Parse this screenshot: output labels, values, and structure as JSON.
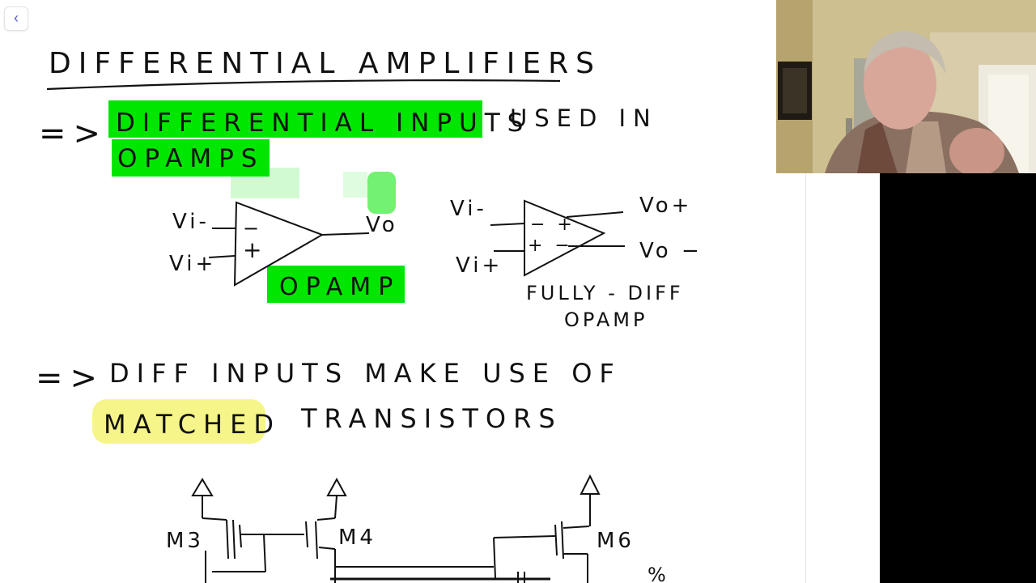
{
  "nav": {
    "back_icon": "chevron-left-icon",
    "back_glyph": "‹"
  },
  "notes": {
    "title": "DIFFERENTIAL AMPLIFIERS",
    "arrow_1": "=>",
    "line_1_highlight": "DIFFERENTIAL INPUTS",
    "line_1_rest": "USED IN",
    "line_2_highlight": "OPAMPS",
    "opamp": {
      "in_minus": "Vi-",
      "in_plus": "Vi+",
      "minus_sign": "−",
      "plus_sign": "+",
      "out": "Vo",
      "label": "OPAMP"
    },
    "fully_diff": {
      "in_minus": "Vi-",
      "in_plus": "Vi+",
      "out_plus": "Vo+",
      "out_minus": "Vo −",
      "label_1": "FULLY - DIFF",
      "label_2": "OPAMP"
    },
    "arrow_2": "=>",
    "line_3": "DIFF INPUTS MAKE USE OF",
    "line_4_highlight": "MATCHED",
    "line_4_rest": "TRANSISTORS",
    "circuit": {
      "m3": "M3",
      "m4": "M4",
      "m6": "M6",
      "frac": "%"
    }
  },
  "colors": {
    "green_highlight": "#00e600",
    "yellow_highlight": "#f5f58a",
    "ink": "#111111"
  }
}
